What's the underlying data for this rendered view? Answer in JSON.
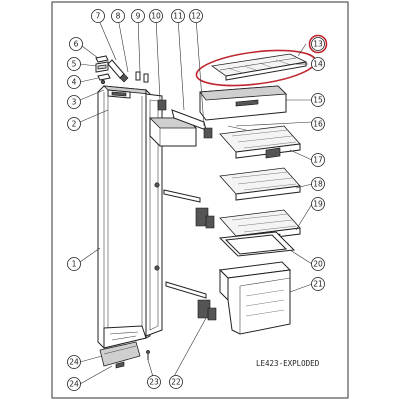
{
  "diagram": {
    "caption": "LE423-EXPLODED",
    "highlight_color": "#c0262d",
    "callouts": [
      {
        "id": "c1",
        "label": "1"
      },
      {
        "id": "c2",
        "label": "2"
      },
      {
        "id": "c3",
        "label": "3"
      },
      {
        "id": "c4",
        "label": "4"
      },
      {
        "id": "c5",
        "label": "5"
      },
      {
        "id": "c6",
        "label": "6"
      },
      {
        "id": "c7",
        "label": "7"
      },
      {
        "id": "c8",
        "label": "8"
      },
      {
        "id": "c9",
        "label": "9"
      },
      {
        "id": "c10",
        "label": "10"
      },
      {
        "id": "c11",
        "label": "11"
      },
      {
        "id": "c12",
        "label": "12"
      },
      {
        "id": "c13",
        "label": "13"
      },
      {
        "id": "c14",
        "label": "14"
      },
      {
        "id": "c15",
        "label": "15"
      },
      {
        "id": "c16",
        "label": "16"
      },
      {
        "id": "c17",
        "label": "17"
      },
      {
        "id": "c18",
        "label": "18"
      },
      {
        "id": "c19",
        "label": "19"
      },
      {
        "id": "c20",
        "label": "20"
      },
      {
        "id": "c21",
        "label": "21"
      },
      {
        "id": "c22",
        "label": "22"
      },
      {
        "id": "c23",
        "label": "23"
      },
      {
        "id": "c24a",
        "label": "24"
      },
      {
        "id": "c24b",
        "label": "24"
      }
    ]
  }
}
